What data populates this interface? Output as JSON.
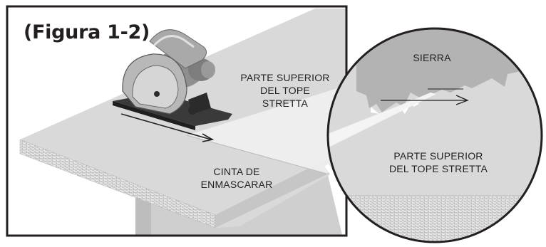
{
  "figure": {
    "title": "(Figura 1-2)"
  },
  "labels": {
    "counter_top_main": {
      "line1": "PARTE SUPERIOR",
      "line2": "DEL TOPE",
      "line3": "STRETTA"
    },
    "masking_tape": {
      "line1": "CINTA DE",
      "line2": "ENMASCARAR"
    },
    "saw": "SIERRA",
    "counter_top_detail": {
      "line1": "PARTE SUPERIOR",
      "line2": "DEL TOPE STRETTA"
    }
  },
  "colors": {
    "counter_top": "#d9d9d9",
    "counter_edge": "#c4c4c4",
    "cabinet": "#cfcfcf",
    "saw_body": "#a9a9a9",
    "saw_dark": "#2b2b2b",
    "outline": "#231f20"
  }
}
